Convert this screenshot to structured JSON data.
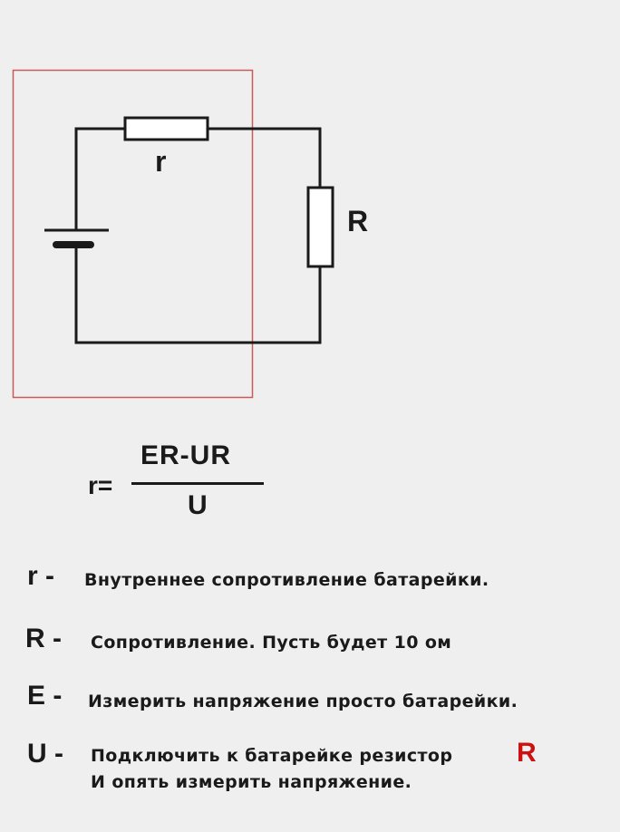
{
  "circuit": {
    "internal_resistor_label": "r",
    "load_resistor_label": "R",
    "colors": {
      "wire": "#1a1a1a",
      "frame": "#c85a5a"
    }
  },
  "formula": {
    "lhs": "r=",
    "numerator": "ER-UR",
    "denominator": "U"
  },
  "legend": [
    {
      "symbol": "r -",
      "text": "Внутреннее сопротивление батарейки."
    },
    {
      "symbol": "R -",
      "text": "Сопротивление. Пусть будет 10 ом"
    },
    {
      "symbol": "E -",
      "text": "Измерить напряжение просто батарейки."
    },
    {
      "symbol": "U -",
      "text": "Подключить к батарейке резистор",
      "highlight": "R",
      "highlight_color": "#cc1111",
      "text2": "И опять измерить напряжение."
    }
  ]
}
